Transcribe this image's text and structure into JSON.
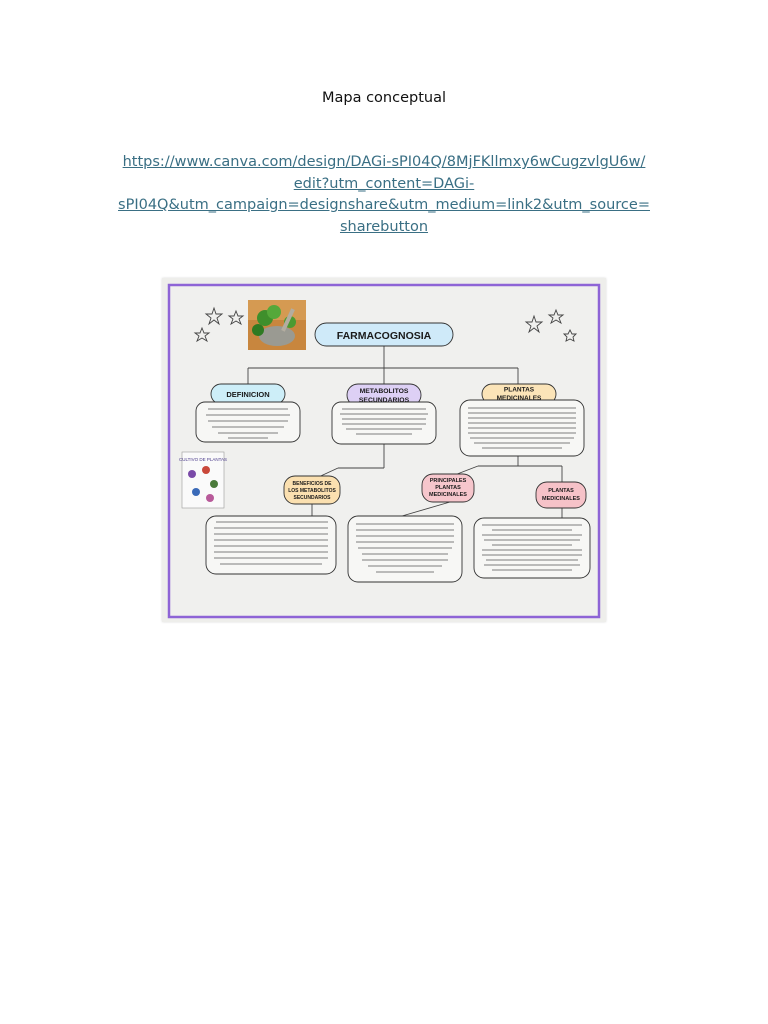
{
  "document": {
    "title": "Mapa conceptual",
    "link_lines": [
      "https://www.canva.com/design/DAGi-sPI04Q/8MjFKllmxy6wCugzvlgU6w/",
      "edit?utm_content=DAGi-",
      "sPI04Q&utm_campaign=designshare&utm_medium=link2&utm_source=",
      "sharebutton"
    ]
  },
  "concept_map": {
    "root": "FARMACOGNOSIA",
    "branches": {
      "definicion": "DEFINICION",
      "metabolitos": "METABOLITOS SECUNDARIOS",
      "plantas": "PLANTAS MEDICINALES",
      "beneficios": "BENEFICIOS DE LOS METABOLITOS SECUNDARIOS",
      "principales": "PRINCIPALES PLANTAS MEDICINALES",
      "plantas2": "PLANTAS MEDICINALES"
    },
    "book_cover_text": "CULTIVO DE PLANTAS",
    "colors": {
      "frame": "#8e64d6",
      "root": "#cfeaf9",
      "definicion": "#cdeef8",
      "metabolitos": "#ddd0f5",
      "plantas": "#fbe4b8",
      "beneficios": "#fbe0b0",
      "principales": "#f6c6cc",
      "plantas2": "#f6c2c8"
    }
  }
}
